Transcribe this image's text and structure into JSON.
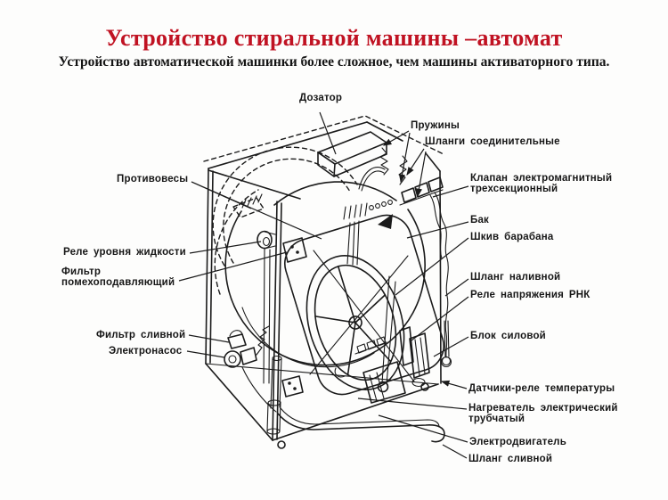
{
  "title": "Устройство стиральной машины –автомат",
  "subtitle": "Устройство автоматической машинки более сложное, чем машины активаторного типа.",
  "colors": {
    "title": "#c01222",
    "ink": "#1b1b1b",
    "background": "#fdfdfc"
  },
  "labels": {
    "dozator": "Дозатор",
    "pruzhiny": "Пружины",
    "shlangi": "Шланги соединительные",
    "klapan": "Клапан электромагнитный\nтрехсекционный",
    "bak": "Бак",
    "shkiv": "Шкив барабана",
    "shlang_nalivnoy": "Шланг наливной",
    "rele_rnk": "Реле напряжения РНК",
    "blok": "Блок силовой",
    "datchiki": "Датчики-реле температуры",
    "nagrevatel": "Нагреватель электрический\nтрубчатый",
    "dvigatel": "Электродвигатель",
    "shlang_slivnoy": "Шланг сливной",
    "protivovesy": "Противовесы",
    "rele_urovnya": "Реле уровня жидкости",
    "filtr_pomekh": "Фильтр\nпомехоподавляющий",
    "filtr_slivnoy": "Фильтр сливной",
    "nasos": "Электронасос"
  }
}
